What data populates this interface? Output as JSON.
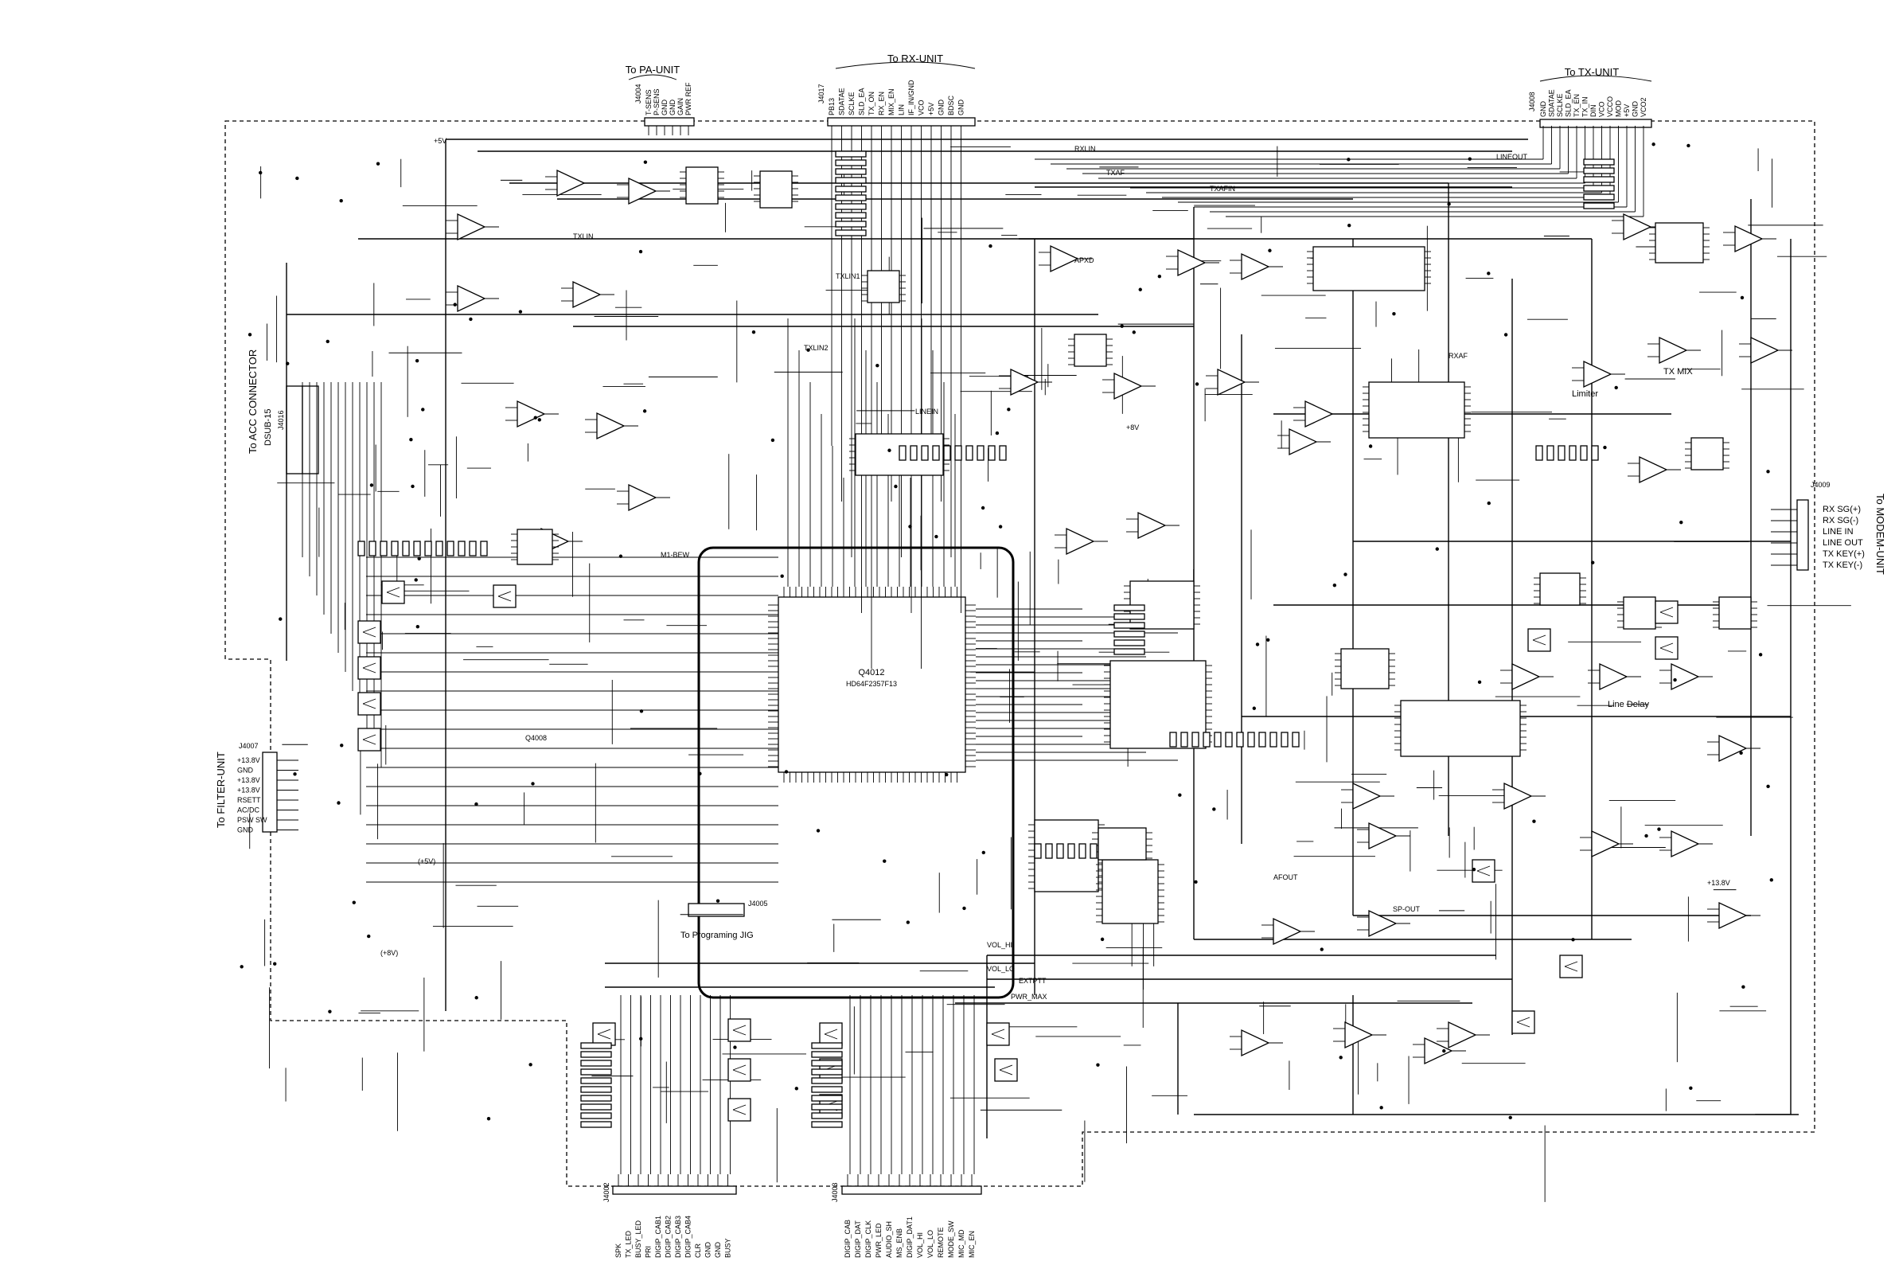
{
  "connectors": {
    "pa_unit": {
      "title": "To PA-UNIT",
      "ref": "J4004",
      "pins": [
        "T-SENS",
        "P-SENS",
        "GND",
        "GND",
        "GAIN",
        "PWR REF"
      ]
    },
    "rx_unit": {
      "title": "To RX-UNIT",
      "ref": "J4017",
      "pins": [
        "PB13",
        "SDATAE",
        "SCLKE",
        "SLD_EA",
        "TX_ON",
        "RX_EN",
        "MIX_EN",
        "LIN",
        "IF_IN/GND",
        "VCO",
        "+5V",
        "GND",
        "BDSC",
        "GND"
      ]
    },
    "tx_unit": {
      "title": "To TX-UNIT",
      "ref": "J4008",
      "pins": [
        "GND",
        "SDATAE",
        "SCLKE",
        "SLD_EA",
        "TX_EN",
        "TX_IN",
        "DIN",
        "VCO",
        "VCCO",
        "MOD",
        "+5V",
        "GND",
        "VCO2"
      ]
    },
    "acc": {
      "title": "To ACC CONNECTOR",
      "ref": "J4016",
      "sub": "DSUB-15"
    },
    "filter_unit": {
      "title": "To FILTER-UNIT",
      "ref": "J4007",
      "pins": [
        "+13.8V",
        "GND",
        "+13.8V",
        "+13.8V",
        "RSETT",
        "AC/DC",
        "PSW SW",
        "GND"
      ]
    },
    "modem_unit": {
      "title": "To MODEM-UNIT",
      "ref": "J4009",
      "pins": [
        "RX SG(+)",
        "RX SG(-)",
        "LINE IN",
        "LINE OUT",
        "TX KEY(+)",
        "TX KEY(-)"
      ]
    },
    "programming": {
      "title": "To Programing JIG",
      "ref": "J4005"
    },
    "bottom_left": {
      "ref": "J4002",
      "pins": [
        "SPK",
        "TX_LED",
        "BUSY_LED",
        "PRI",
        "DIGIP_CAB1",
        "DIGIP_CAB2",
        "DIGIP_CAB3",
        "DIGIP_CAB4",
        "CLR",
        "GND",
        "GND",
        "BUSY"
      ]
    },
    "bottom_mid": {
      "ref": "J4003",
      "pins": [
        "DIGIP_CAB",
        "DIGIP_DAT",
        "DIGIP_CLK",
        "PWR_LED",
        "AUDIO_SH",
        "MS_ENB",
        "DIGIP_DAT1",
        "VOL_HI",
        "VOL_LO",
        "REMOTE",
        "MODE_SW",
        "MIC_MD",
        "MIC_EN"
      ]
    }
  },
  "main_cpu": {
    "ref": "Q4012",
    "part": "HD64F2357F13",
    "net": "M1-BEW"
  },
  "blocks": {
    "tx_mix": "TX MIX",
    "limiter": "Limiter",
    "line_delay": "Line Delay",
    "q4008": "Q4008"
  },
  "power_labels": [
    "+5V",
    "+8V",
    "+13.8V",
    "(+5V)",
    "(+8V)"
  ],
  "nets": [
    "TXLIN",
    "TXLIN1",
    "TXLIN2",
    "RXLIN",
    "TXAF",
    "TXAFIN",
    "LINEIN",
    "LINEOUT",
    "RXAF",
    "APXD",
    "VOL_HI",
    "VOL_LO",
    "PWR_MAX",
    "EXTPTT",
    "AFOUT",
    "SP-OUT"
  ],
  "colors": {
    "ink": "#000000",
    "paper": "#ffffff"
  }
}
